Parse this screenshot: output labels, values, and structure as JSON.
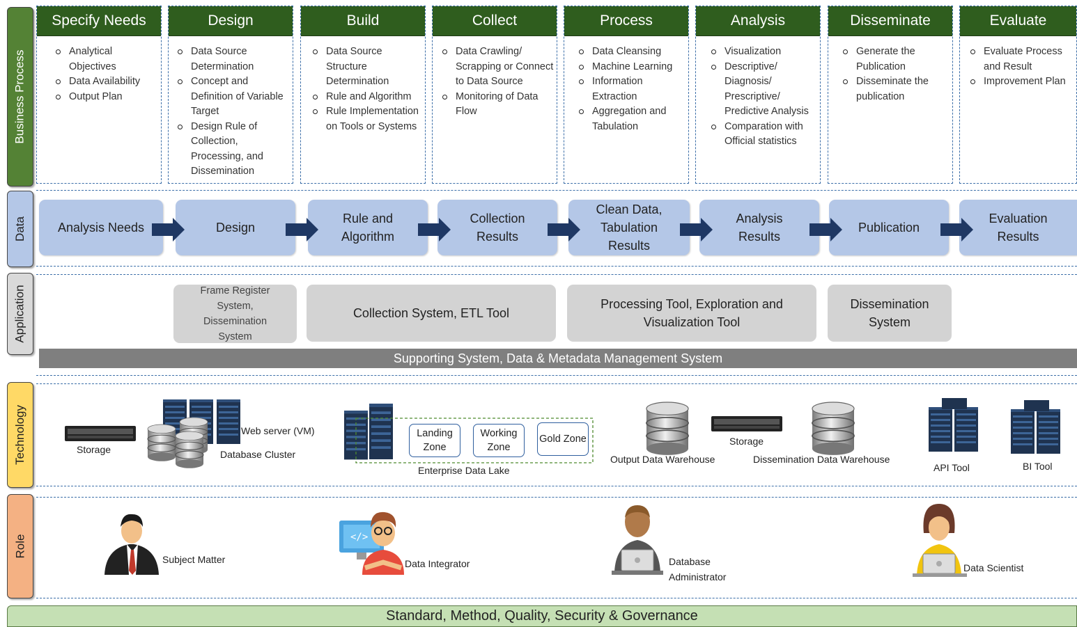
{
  "rows": {
    "business": "Business Process",
    "data": "Data",
    "application": "Application",
    "technology": "Technology",
    "role": "Role"
  },
  "phases": [
    {
      "title": "Specify Needs",
      "items": [
        "Analytical Objectives",
        "Data Availability",
        "Output Plan"
      ]
    },
    {
      "title": "Design",
      "items": [
        "Data Source Determination",
        "Concept and Definition of Variable Target",
        "Design Rule of Collection, Processing, and Dissemination"
      ]
    },
    {
      "title": "Build",
      "items": [
        "Data Source Structure Determination",
        "Rule and Algorithm",
        "Rule Implementation on Tools or Systems"
      ]
    },
    {
      "title": "Collect",
      "items": [
        "Data Crawling/ Scrapping or Connect to Data Source",
        "Monitoring of Data Flow"
      ]
    },
    {
      "title": "Process",
      "items": [
        "Data Cleansing",
        "Machine Learning",
        "Information Extraction",
        "Aggregation and Tabulation"
      ]
    },
    {
      "title": "Analysis",
      "items": [
        "Visualization",
        "Descriptive/ Diagnosis/ Prescriptive/ Predictive Analysis",
        "Comparation with Official statistics"
      ]
    },
    {
      "title": "Disseminate",
      "items": [
        "Generate the Publication",
        "Disseminate the publication"
      ]
    },
    {
      "title": "Evaluate",
      "items": [
        "Evaluate Process and Result",
        "Improvement Plan"
      ]
    }
  ],
  "data_flow": [
    "Analysis Needs",
    "Design",
    "Rule and Algorithm",
    "Collection Results",
    "Clean Data, Tabulation Results",
    "Analysis Results",
    "Publication",
    "Evaluation Results"
  ],
  "applications": {
    "frame": "Frame Register System, Dissemination System",
    "collection": "Collection System, ETL Tool",
    "processing": "Processing Tool, Exploration and Visualization Tool",
    "dissemination": "Dissemination System",
    "supporting": "Supporting System, Data & Metadata Management System"
  },
  "technology": {
    "storage1": "Storage",
    "webserver": "Web server (VM)",
    "dbcluster": "Database Cluster",
    "zones": [
      "Landing Zone",
      "Working Zone",
      "Gold Zone"
    ],
    "datalake": "Enterprise Data Lake",
    "output_dw": "Output Data Warehouse",
    "storage2": "Storage",
    "dissem_dw": "Dissemination Data Warehouse",
    "api": "API Tool",
    "bi": "BI Tool"
  },
  "roles": {
    "subject": "Subject Matter",
    "integrator": "Data Integrator",
    "dba": "Database Administrator",
    "scientist": "Data Scientist"
  },
  "footer": "Standard, Method, Quality, Security & Governance",
  "colors": {
    "business_side": "#548235",
    "data_side": "#b4c7e7",
    "app_side": "#d9d9d9",
    "tech_side": "#ffd966",
    "role_side": "#f4b183",
    "phase_head": "#2f5d1e",
    "data_box": "#b4c7e7",
    "arrow": "#1f3864",
    "app_box": "#d3d3d3",
    "support_bar": "#7f7f7f",
    "footer": "#c5e0b4"
  }
}
